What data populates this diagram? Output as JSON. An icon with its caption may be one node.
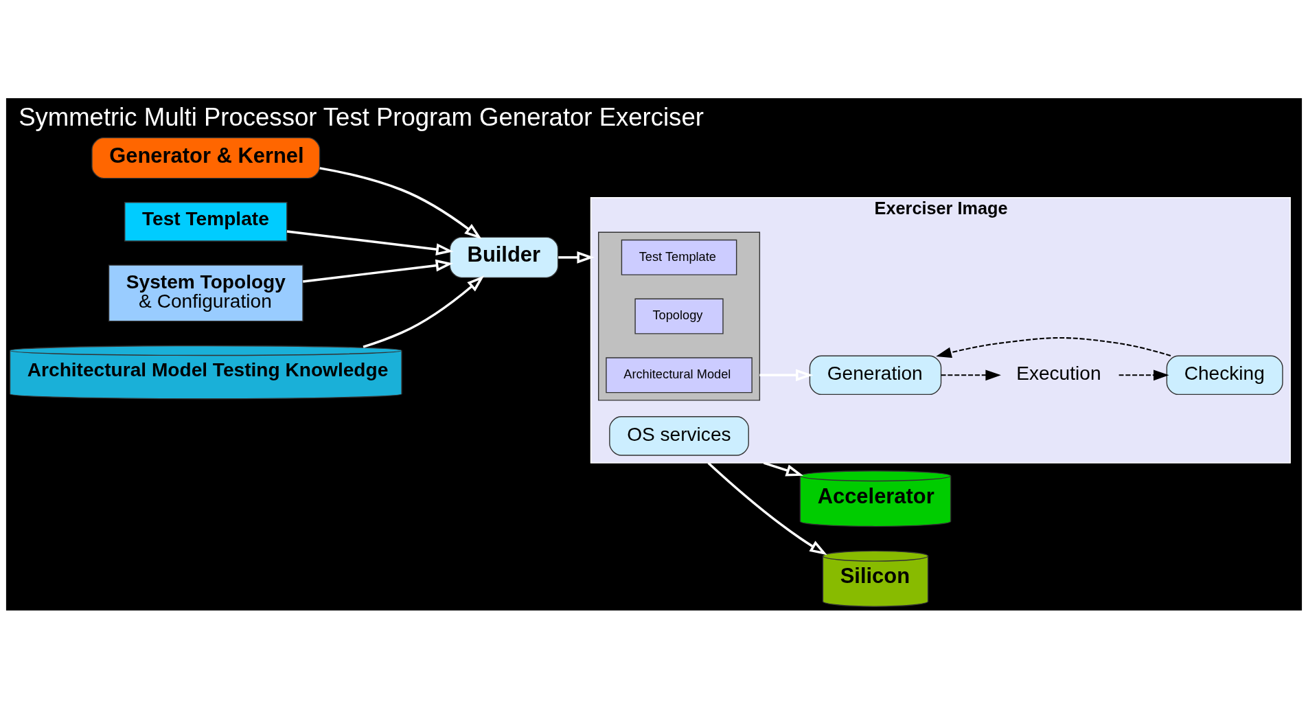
{
  "diagram": {
    "title": "Symmetric Multi Processor Test Program Generator Exerciser",
    "nodes": [
      {
        "text": [
          "Generator & Kernel"
        ]
      },
      {
        "text": [
          "Test Template"
        ]
      },
      {
        "text": [
          "System Topology",
          "& Configuration"
        ]
      },
      {
        "text": [
          "Builder"
        ]
      },
      {
        "text": [
          "Architectural Model Testing Knowledge"
        ]
      },
      {
        "text": [
          "Exerciser Image"
        ]
      },
      {
        "text": [],
        "shape": "box",
        "in": 5
      },
      {
        "text": [
          "Test Template"
        ],
        "in": 6
      },
      {
        "text": [
          "Topology"
        ],
        "in": 6
      },
      {
        "text": [
          "Architectural Model"
        ],
        "in": 6
      },
      {
        "text": [
          "Generation"
        ],
        "in": 5
      },
      {
        "text": [
          "Execution"
        ],
        "in": 5
      },
      {
        "text": [
          "Checking"
        ],
        "in": 5
      },
      {
        "text": [
          "OS services"
        ],
        "in": 5
      },
      {
        "text": [
          "Accelerator"
        ]
      },
      {
        "text": [
          "Silicon"
        ]
      }
    ],
    "edges": [
      {
        "from": 0,
        "to": 3,
        "arrow": "to"
      },
      {
        "from": 1,
        "to": 3,
        "arrow": "to"
      },
      {
        "from": 2,
        "to": 3,
        "arrow": "to"
      },
      {
        "from": 4,
        "to": 3,
        "arrow": "to"
      },
      {
        "from": 3,
        "to": 5,
        "arrow": "to"
      },
      {
        "from": 6,
        "to": 10,
        "arrow": "to"
      },
      {
        "from": 10,
        "to": 11,
        "arrow": "to",
        "style": "dashed",
        "color": "#000000"
      },
      {
        "from": 11,
        "to": 12,
        "arrow": "to",
        "style": "dashed",
        "color": "#000000"
      },
      {
        "from": 12,
        "to": 10,
        "arrow": "to",
        "style": "dashed",
        "color": "#000000"
      },
      {
        "from": 5,
        "to": 14,
        "arrow": "to"
      },
      {
        "from": 5,
        "to": 15,
        "arrow": "to"
      }
    ]
  }
}
